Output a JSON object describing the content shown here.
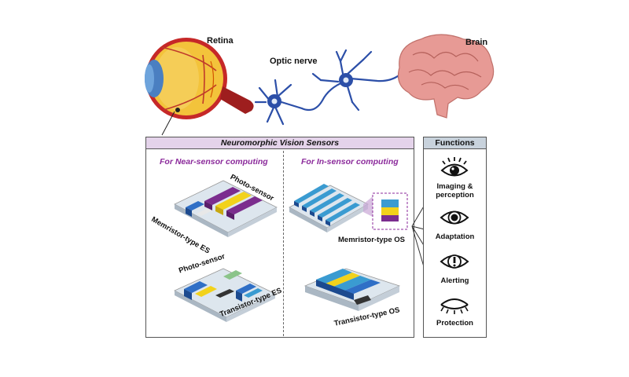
{
  "bio": {
    "retina_label": "Retina",
    "optic_nerve_label": "Optic nerve",
    "brain_label": "Brain"
  },
  "main": {
    "title": "Neuromorphic Vision Sensors",
    "near_sensor_title": "For Near-sensor computing",
    "in_sensor_title": "For In-sensor computing",
    "devices": {
      "memristor_es": {
        "label": "Memristor-type ES",
        "photo_label": "Photo-sensor"
      },
      "transistor_es": {
        "label": "Transistor-type ES",
        "photo_label": "Photo-sensor"
      },
      "memristor_os": {
        "label": "Memristor-type OS"
      },
      "transistor_os": {
        "label": "Transistor-type OS"
      }
    }
  },
  "functions": {
    "title": "Functions",
    "items": [
      {
        "label": "Imaging & perception",
        "icon": "eye-with-lashes-icon"
      },
      {
        "label": "Adaptation",
        "icon": "eye-icon"
      },
      {
        "label": "Alerting",
        "icon": "alert-eye-icon"
      },
      {
        "label": "Protection",
        "icon": "closed-eye-icon"
      }
    ]
  },
  "colors": {
    "accent_purple": "#8b2a9b",
    "header_purple": "#e4d3ea",
    "header_gray": "#c8d2dc",
    "nerve_blue": "#2c4fa8",
    "brain_pink": "#e79a95",
    "eye_yellow": "#f1c232"
  }
}
